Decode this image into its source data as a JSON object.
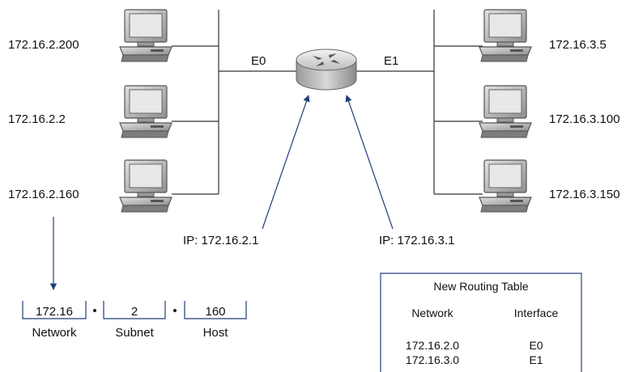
{
  "left_hosts": [
    {
      "ip": "172.16.2.200"
    },
    {
      "ip": "172.16.2.2"
    },
    {
      "ip": "172.16.2.160"
    }
  ],
  "right_hosts": [
    {
      "ip": "172.16.3.5"
    },
    {
      "ip": "172.16.3.100"
    },
    {
      "ip": "172.16.3.150"
    }
  ],
  "router": {
    "e0_label": "E0",
    "e1_label": "E1",
    "e0_ip": "IP: 172.16.2.1",
    "e1_ip": "IP: 172.16.3.1"
  },
  "address": {
    "network_value": "172.16",
    "subnet_value": "2",
    "host_value": "160",
    "separator": "•",
    "network_label": "Network",
    "subnet_label": "Subnet",
    "host_label": "Host"
  },
  "routing_table": {
    "title": "New Routing Table",
    "col_network": "Network",
    "col_interface": "Interface",
    "rows": [
      {
        "network": "172.16.2.0",
        "interface": "E0"
      },
      {
        "network": "172.16.3.0",
        "interface": "E1"
      }
    ]
  },
  "colors": {
    "line": "#333333",
    "arrow": "#1f3d7a",
    "table_border": "#2b3f80"
  }
}
